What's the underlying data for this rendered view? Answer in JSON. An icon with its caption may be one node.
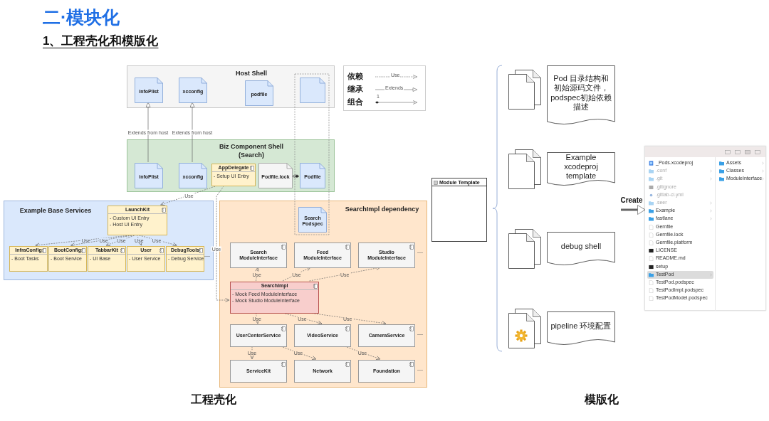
{
  "diagram": {
    "title": "二·模块化",
    "nodes": [
      {
        "text": [
          "Host Shell"
        ]
      },
      {
        "text": [
          "infoPlist"
        ],
        "in": 0
      },
      {
        "text": [
          "xcconfig"
        ],
        "in": 0
      },
      {
        "text": [
          "podfile"
        ],
        "in": 0
      },
      {
        "text": [],
        "shape": "document",
        "in": 0
      },
      {
        "text": [
          "Biz Component Shell (Search)"
        ]
      },
      {
        "text": [
          "infoPlist"
        ],
        "in": 5
      },
      {
        "text": [
          "xcconfig"
        ],
        "in": 5
      },
      {
        "text": [
          "AppDelegate",
          "- Setup UI Entry"
        ],
        "in": 5
      },
      {
        "text": [
          "Podfile.lock"
        ],
        "in": 5
      },
      {
        "text": [
          "Podfile"
        ],
        "in": 5
      },
      {
        "text": [
          "Example Base Services"
        ]
      },
      {
        "text": [
          "LaunchKit",
          "- Custom UI Entry",
          "- Host UI Entry"
        ],
        "in": 11
      },
      {
        "text": [
          "InfraConfig",
          "- Boot Tasks"
        ],
        "in": 11
      },
      {
        "text": [
          "BootConfig",
          "- Boot Service"
        ],
        "in": 11
      },
      {
        "text": [
          "TabbarKit",
          "- UI Base"
        ],
        "in": 11
      },
      {
        "text": [
          "User",
          "- User Service"
        ],
        "in": 11
      },
      {
        "text": [
          "DebugTools",
          "- Debug Service"
        ],
        "in": 11
      },
      {
        "text": [
          "SearchImpl dependency"
        ]
      },
      {
        "text": [
          "Search Podspec"
        ],
        "in": 18
      },
      {
        "text": [
          "Search ModuleInterface"
        ],
        "in": 18
      },
      {
        "text": [
          "Feed ModuleInterface"
        ],
        "in": 18
      },
      {
        "text": [
          "Studio ModuleInterface"
        ],
        "in": 18
      },
      {
        "text": [
          "SearchImpl",
          "- Mock Feed ModuleInterface",
          "- Mock Studio ModuleInterface"
        ],
        "in": 18
      },
      {
        "text": [
          "UserCenterService"
        ],
        "in": 18
      },
      {
        "text": [
          "VideoService"
        ],
        "in": 18
      },
      {
        "text": [
          "CameraService"
        ],
        "in": 18
      },
      {
        "text": [
          "ServiceKit"
        ],
        "in": 18
      },
      {
        "text": [
          "Network"
        ],
        "in": 18
      },
      {
        "text": [
          "Foundation"
        ],
        "in": 18
      },
      {
        "text": [
          "Module Template"
        ]
      },
      {
        "text": [],
        "shape": "document"
      },
      {
        "text": [],
        "shape": "document"
      },
      {
        "text": [],
        "shape": "document"
      },
      {
        "text": [],
        "shape": "document"
      },
      {
        "text": [
          "Pod 目录结构和初始源码文件，podspec初始依赖描述"
        ]
      },
      {
        "text": [
          "Example xcodeproj template"
        ]
      },
      {
        "text": [
          "debug shell"
        ]
      },
      {
        "text": [
          "pipeline 环境配置"
        ]
      },
      {
        "text": [],
        "shape": "window"
      }
    ],
    "edges": [
      {
        "from": 6,
        "to": 1,
        "arrow": "to",
        "label": "Extends from host"
      },
      {
        "from": 7,
        "to": 2,
        "arrow": "to",
        "label": "Extends from host"
      },
      {
        "from": 10,
        "to": 9,
        "arrow": "to"
      },
      {
        "from": 8,
        "to": 12,
        "arrow": "to",
        "label": "Use",
        "style": "dashed"
      },
      {
        "from": 8,
        "to": 23,
        "arrow": "to",
        "label": "Use",
        "style": "dashed"
      },
      {
        "from": 12,
        "to": 13,
        "arrow": "to",
        "label": "Use",
        "style": "dashed"
      },
      {
        "from": 12,
        "to": 14,
        "arrow": "to",
        "label": "Use",
        "style": "dashed"
      },
      {
        "from": 12,
        "to": 15,
        "arrow": "to",
        "label": "Use",
        "style": "dashed"
      },
      {
        "from": 12,
        "to": 16,
        "arrow": "to",
        "label": "Use",
        "style": "dashed"
      },
      {
        "from": 12,
        "to": 17,
        "arrow": "to",
        "label": "Use",
        "style": "dashed"
      },
      {
        "from": 23,
        "to": 20,
        "arrow": "to",
        "label": "Use",
        "style": "dashed"
      },
      {
        "from": 23,
        "to": 21,
        "arrow": "to",
        "label": "Use",
        "style": "dashed"
      },
      {
        "from": 23,
        "to": 22,
        "arrow": "to",
        "label": "Use",
        "style": "dashed"
      },
      {
        "from": 23,
        "to": 24,
        "arrow": "to",
        "label": "Use",
        "style": "dashed"
      },
      {
        "from": 23,
        "to": 25,
        "arrow": "to",
        "label": "Use",
        "style": "dashed"
      },
      {
        "from": 23,
        "to": 26,
        "arrow": "to",
        "label": "Use",
        "style": "dashed"
      },
      {
        "from": 24,
        "to": 27,
        "arrow": "to",
        "label": "Use",
        "style": "dashed"
      },
      {
        "from": 24,
        "to": 28,
        "arrow": "to",
        "label": "Use",
        "style": "dashed"
      },
      {
        "from": 25,
        "to": 29,
        "arrow": "to",
        "label": "Use",
        "style": "dashed"
      },
      {
        "from": null,
        "to": 39,
        "arrow": "to",
        "label": "Create",
        "style": "thick"
      }
    ],
    "labels": [
      "1、工程壳化和模版化",
      "Use",
      "Extends",
      "1",
      "—",
      "—",
      "—",
      "—",
      "_Pods.xcodeproj",
      ".conf",
      ".git",
      ".gitignore",
      ".gitlab-ci.yml",
      ".seer",
      "Example",
      "fastlane",
      "Gemfile",
      "Gemfile.lock",
      "Gemfile.platform",
      "LICENSE",
      "README.md",
      "setup",
      "TestPod",
      "TestPod.podspec",
      "TestPodImpl.podspec",
      "TestPodModel.podspec",
      "Assets",
      "Classes",
      "ModuleInterface",
      "工程壳化",
      "模版化"
    ],
    "legend": [
      {
        "text": "依赖"
      },
      {
        "text": "继承"
      },
      {
        "text": "组合"
      }
    ]
  }
}
